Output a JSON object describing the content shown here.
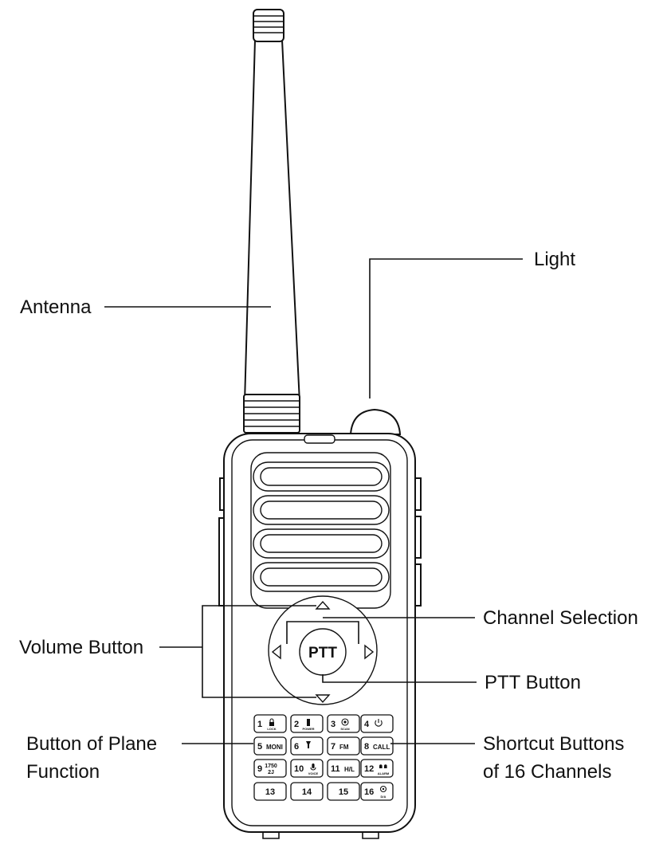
{
  "labels": {
    "antenna": "Antenna",
    "light": "Light",
    "volume": "Volume Button",
    "channel_selection": "Channel Selection",
    "ptt_button": "PTT Button",
    "plane_line1": "Button of Plane",
    "plane_line2": "Function",
    "shortcut_line1": "Shortcut Buttons",
    "shortcut_line2": "of 16 Channels"
  },
  "ptt_text": "PTT",
  "keypad": [
    {
      "num": "1",
      "sub": "LOCK",
      "icon": "lock-icon"
    },
    {
      "num": "2",
      "sub": "POWER",
      "icon": "battery-icon"
    },
    {
      "num": "3",
      "sub": "SCAN",
      "icon": "scan-icon"
    },
    {
      "num": "4",
      "sub": "",
      "icon": "power-icon"
    },
    {
      "num": "5",
      "text": "MONI"
    },
    {
      "num": "6",
      "icon": "flashlight-icon"
    },
    {
      "num": "7",
      "text": "FM"
    },
    {
      "num": "8",
      "text": "CALL"
    },
    {
      "num": "9",
      "text": "1750",
      "text2": "2J"
    },
    {
      "num": "10",
      "sub": "VOICE",
      "icon": "mic-icon"
    },
    {
      "num": "11",
      "text": "H/L"
    },
    {
      "num": "12",
      "sub": "ALARM",
      "icon": "alarm-icon"
    },
    {
      "num": "13"
    },
    {
      "num": "14"
    },
    {
      "num": "15"
    },
    {
      "num": "16",
      "sub": "D/A",
      "icon": "settings-icon"
    }
  ]
}
